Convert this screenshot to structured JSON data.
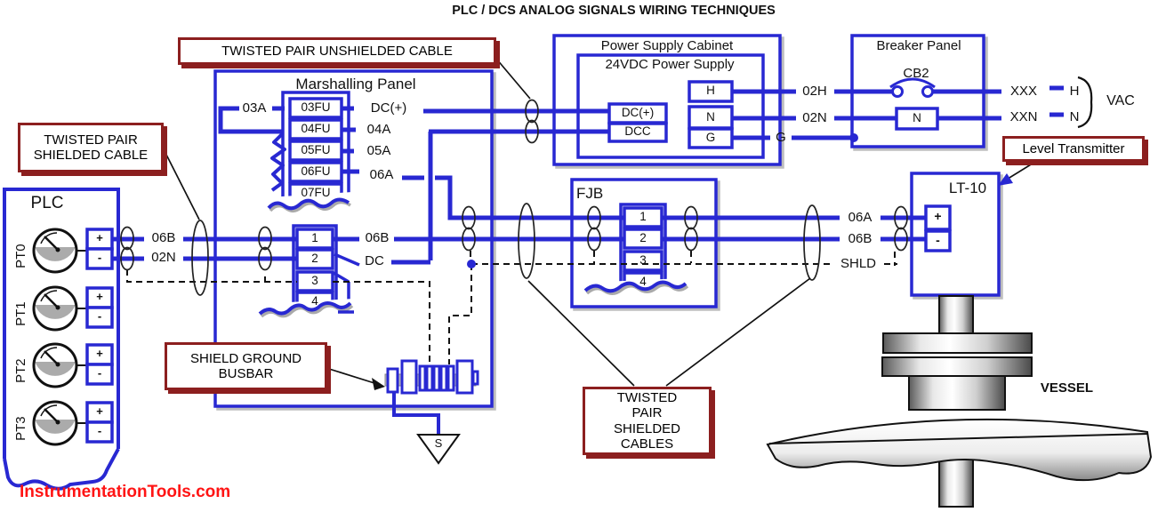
{
  "title": "PLC / DCS ANALOG SIGNALS WIRING TECHNIQUES",
  "watermark": "InstrumentationTools.com",
  "callouts": {
    "unshielded": "TWISTED PAIR UNSHIELDED CABLE",
    "shielded": "TWISTED PAIR SHIELDED CABLE",
    "shielded_cables": "TWISTED PAIR SHIELDED CABLES",
    "shield_ground": "SHIELD GROUND BUSBAR",
    "level_transmitter": "Level Transmitter"
  },
  "plc": {
    "title": "PLC",
    "points": [
      "PT0",
      "PT1",
      "PT2",
      "PT3"
    ],
    "plus": "+",
    "minus": "-",
    "wires": [
      "06B",
      "02N"
    ]
  },
  "marshalling": {
    "title": "Marshalling Panel",
    "feed": "03A",
    "fuses": [
      "03FU",
      "04FU",
      "05FU",
      "06FU",
      "07FU"
    ],
    "fuse_out": [
      "DC(+)",
      "04A",
      "05A",
      "06A"
    ],
    "terminals": [
      "1",
      "2",
      "3",
      "4"
    ],
    "out": [
      "06B",
      "DC"
    ]
  },
  "power": {
    "cabinet": "Power Supply Cabinet",
    "unit": "24VDC Power Supply",
    "dc": [
      "DC(+)",
      "DCC"
    ],
    "ac": [
      "H",
      "N",
      "G"
    ],
    "out": [
      "02H",
      "02N",
      "G"
    ]
  },
  "breaker": {
    "title": "Breaker Panel",
    "cb": "CB2",
    "neutral": "N",
    "h_wire": "XXX",
    "h_term": "H",
    "n_wire": "XXN",
    "n_term": "N",
    "system": "VAC"
  },
  "fjb": {
    "title": "FJB",
    "terminals": [
      "1",
      "2",
      "3",
      "4"
    ],
    "out": [
      "06A",
      "06B",
      "SHLD"
    ]
  },
  "transmitter": {
    "tag": "LT-10",
    "plus": "+",
    "minus": "-"
  },
  "vessel": {
    "label": "VESSEL"
  },
  "ground": {
    "label": "S"
  },
  "colors": {
    "wire": "#2828d2",
    "callout": "#8c1f1f",
    "watermark": "#ff1414"
  }
}
